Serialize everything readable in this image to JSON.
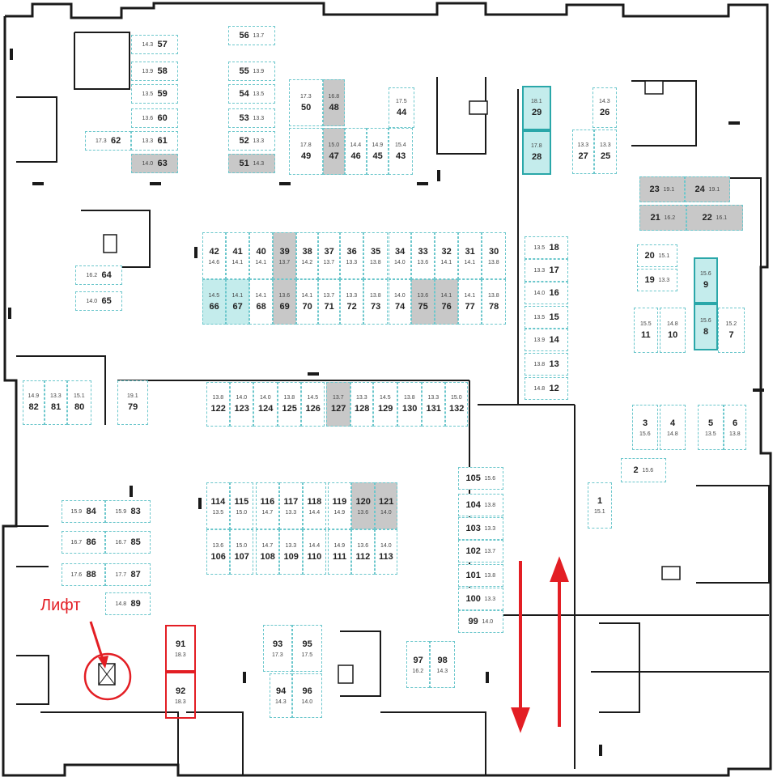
{
  "map": {
    "lift_label": "Лифт",
    "colors": {
      "wall": "#1a1a1a",
      "spot_border": "#6cc7cc",
      "available": "#c4ecec",
      "sold": "#c8c8c8",
      "selected_border": "#2aa7a9",
      "marker": "#e31e24"
    },
    "legend_icons": [
      "lift-icon",
      "arrow-down-icon",
      "arrow-up-icon",
      "circle-marker-icon"
    ]
  },
  "spots": [
    {
      "id": "57",
      "area": "14.3",
      "status": "free"
    },
    {
      "id": "58",
      "area": "13.9",
      "status": "free"
    },
    {
      "id": "59",
      "area": "13.5",
      "status": "free"
    },
    {
      "id": "60",
      "area": "13.6",
      "status": "free"
    },
    {
      "id": "61",
      "area": "13.3",
      "status": "free"
    },
    {
      "id": "62",
      "area": "17.3",
      "status": "free"
    },
    {
      "id": "63",
      "area": "14.0",
      "status": "sold"
    },
    {
      "id": "56",
      "area": "13.7",
      "status": "free"
    },
    {
      "id": "55",
      "area": "13.9",
      "status": "free"
    },
    {
      "id": "54",
      "area": "13.5",
      "status": "free"
    },
    {
      "id": "53",
      "area": "13.3",
      "status": "free"
    },
    {
      "id": "52",
      "area": "13.3",
      "status": "free"
    },
    {
      "id": "51",
      "area": "14.3",
      "status": "sold"
    },
    {
      "id": "50",
      "area": "17.3",
      "status": "free"
    },
    {
      "id": "48",
      "area": "16.8",
      "status": "sold"
    },
    {
      "id": "49",
      "area": "17.8",
      "status": "free"
    },
    {
      "id": "47",
      "area": "15.0",
      "status": "sold"
    },
    {
      "id": "46",
      "area": "14.4",
      "status": "free"
    },
    {
      "id": "45",
      "area": "14.9",
      "status": "free"
    },
    {
      "id": "43",
      "area": "15.4",
      "status": "free"
    },
    {
      "id": "44",
      "area": "17.5",
      "status": "free"
    },
    {
      "id": "29",
      "area": "18.1",
      "status": "selected"
    },
    {
      "id": "28",
      "area": "17.8",
      "status": "selected"
    },
    {
      "id": "26",
      "area": "14.3",
      "status": "free"
    },
    {
      "id": "27",
      "area": "13.3",
      "status": "free"
    },
    {
      "id": "25",
      "area": "13.3",
      "status": "free"
    },
    {
      "id": "23",
      "area": "19.1",
      "status": "sold"
    },
    {
      "id": "24",
      "area": "19.1",
      "status": "sold"
    },
    {
      "id": "21",
      "area": "16.2",
      "status": "sold"
    },
    {
      "id": "22",
      "area": "16.1",
      "status": "sold"
    },
    {
      "id": "20",
      "area": "15.1",
      "status": "free"
    },
    {
      "id": "19",
      "area": "13.3",
      "status": "free"
    },
    {
      "id": "9",
      "area": "15.6",
      "status": "selected"
    },
    {
      "id": "8",
      "area": "15.6",
      "status": "selected"
    },
    {
      "id": "11",
      "area": "15.5",
      "status": "free"
    },
    {
      "id": "10",
      "area": "14.8",
      "status": "free"
    },
    {
      "id": "7",
      "area": "15.2",
      "status": "free"
    },
    {
      "id": "42",
      "area": "14.6",
      "status": "free"
    },
    {
      "id": "41",
      "area": "14.1",
      "status": "free"
    },
    {
      "id": "40",
      "area": "14.1",
      "status": "free"
    },
    {
      "id": "39",
      "area": "13.7",
      "status": "sold"
    },
    {
      "id": "38",
      "area": "14.2",
      "status": "free"
    },
    {
      "id": "37",
      "area": "13.7",
      "status": "free"
    },
    {
      "id": "36",
      "area": "13.3",
      "status": "free"
    },
    {
      "id": "35",
      "area": "13.8",
      "status": "free"
    },
    {
      "id": "34",
      "area": "14.0",
      "status": "free"
    },
    {
      "id": "33",
      "area": "13.6",
      "status": "free"
    },
    {
      "id": "32",
      "area": "14.1",
      "status": "free"
    },
    {
      "id": "31",
      "area": "14.1",
      "status": "free"
    },
    {
      "id": "30",
      "area": "13.8",
      "status": "free"
    },
    {
      "id": "66",
      "area": "14.5",
      "status": "available"
    },
    {
      "id": "67",
      "area": "14.1",
      "status": "available"
    },
    {
      "id": "68",
      "area": "14.1",
      "status": "free"
    },
    {
      "id": "69",
      "area": "13.6",
      "status": "sold"
    },
    {
      "id": "70",
      "area": "14.1",
      "status": "free"
    },
    {
      "id": "71",
      "area": "13.7",
      "status": "free"
    },
    {
      "id": "72",
      "area": "13.3",
      "status": "free"
    },
    {
      "id": "73",
      "area": "13.8",
      "status": "free"
    },
    {
      "id": "74",
      "area": "14.0",
      "status": "free"
    },
    {
      "id": "75",
      "area": "13.6",
      "status": "sold"
    },
    {
      "id": "76",
      "area": "14.1",
      "status": "sold"
    },
    {
      "id": "77",
      "area": "14.1",
      "status": "free"
    },
    {
      "id": "78",
      "area": "13.8",
      "status": "free"
    },
    {
      "id": "18",
      "area": "13.5",
      "status": "free"
    },
    {
      "id": "17",
      "area": "13.3",
      "status": "free"
    },
    {
      "id": "16",
      "area": "14.0",
      "status": "free"
    },
    {
      "id": "15",
      "area": "13.5",
      "status": "free"
    },
    {
      "id": "14",
      "area": "13.9",
      "status": "free"
    },
    {
      "id": "13",
      "area": "13.8",
      "status": "free"
    },
    {
      "id": "12",
      "area": "14.8",
      "status": "free"
    },
    {
      "id": "64",
      "area": "16.2",
      "status": "free"
    },
    {
      "id": "65",
      "area": "14.0",
      "status": "free"
    },
    {
      "id": "82",
      "area": "14.9",
      "status": "free"
    },
    {
      "id": "81",
      "area": "13.3",
      "status": "free"
    },
    {
      "id": "80",
      "area": "15.1",
      "status": "free"
    },
    {
      "id": "79",
      "area": "19.1",
      "status": "free"
    },
    {
      "id": "122",
      "area": "13.8",
      "status": "free"
    },
    {
      "id": "123",
      "area": "14.0",
      "status": "free"
    },
    {
      "id": "124",
      "area": "14.0",
      "status": "free"
    },
    {
      "id": "125",
      "area": "13.8",
      "status": "free"
    },
    {
      "id": "126",
      "area": "14.5",
      "status": "free"
    },
    {
      "id": "127",
      "area": "13.7",
      "status": "sold"
    },
    {
      "id": "128",
      "area": "13.3",
      "status": "free"
    },
    {
      "id": "129",
      "area": "14.5",
      "status": "free"
    },
    {
      "id": "130",
      "area": "13.8",
      "status": "free"
    },
    {
      "id": "131",
      "area": "13.3",
      "status": "free"
    },
    {
      "id": "132",
      "area": "15.0",
      "status": "free"
    },
    {
      "id": "3",
      "area": "15.6",
      "status": "free"
    },
    {
      "id": "4",
      "area": "14.8",
      "status": "free"
    },
    {
      "id": "5",
      "area": "13.5",
      "status": "free"
    },
    {
      "id": "6",
      "area": "13.8",
      "status": "free"
    },
    {
      "id": "2",
      "area": "15.6",
      "status": "free"
    },
    {
      "id": "1",
      "area": "15.1",
      "status": "free"
    },
    {
      "id": "114",
      "area": "13.5",
      "status": "free"
    },
    {
      "id": "115",
      "area": "15.0",
      "status": "free"
    },
    {
      "id": "116",
      "area": "14.7",
      "status": "free"
    },
    {
      "id": "117",
      "area": "13.3",
      "status": "free"
    },
    {
      "id": "118",
      "area": "14.4",
      "status": "free"
    },
    {
      "id": "119",
      "area": "14.9",
      "status": "free"
    },
    {
      "id": "120",
      "area": "13.6",
      "status": "sold"
    },
    {
      "id": "121",
      "area": "14.0",
      "status": "sold"
    },
    {
      "id": "106",
      "area": "13.6",
      "status": "free"
    },
    {
      "id": "107",
      "area": "15.0",
      "status": "free"
    },
    {
      "id": "108",
      "area": "14.7",
      "status": "free"
    },
    {
      "id": "109",
      "area": "13.3",
      "status": "free"
    },
    {
      "id": "110",
      "area": "14.4",
      "status": "free"
    },
    {
      "id": "111",
      "area": "14.9",
      "status": "free"
    },
    {
      "id": "112",
      "area": "13.6",
      "status": "free"
    },
    {
      "id": "113",
      "area": "14.0",
      "status": "free"
    },
    {
      "id": "105",
      "area": "15.6",
      "status": "free"
    },
    {
      "id": "104",
      "area": "13.8",
      "status": "free"
    },
    {
      "id": "103",
      "area": "13.3",
      "status": "free"
    },
    {
      "id": "102",
      "area": "13.7",
      "status": "free"
    },
    {
      "id": "101",
      "area": "13.8",
      "status": "free"
    },
    {
      "id": "100",
      "area": "13.3",
      "status": "free"
    },
    {
      "id": "99",
      "area": "14.0",
      "status": "free"
    },
    {
      "id": "84",
      "area": "15.9",
      "status": "free"
    },
    {
      "id": "83",
      "area": "15.9",
      "status": "free"
    },
    {
      "id": "86",
      "area": "16.7",
      "status": "free"
    },
    {
      "id": "85",
      "area": "16.7",
      "status": "free"
    },
    {
      "id": "88",
      "area": "17.6",
      "status": "free"
    },
    {
      "id": "87",
      "area": "17.7",
      "status": "free"
    },
    {
      "id": "89",
      "area": "14.8",
      "status": "free"
    },
    {
      "id": "91",
      "area": "18.3",
      "status": "marked"
    },
    {
      "id": "92",
      "area": "18.3",
      "status": "marked"
    },
    {
      "id": "93",
      "area": "17.3",
      "status": "free"
    },
    {
      "id": "95",
      "area": "17.5",
      "status": "free"
    },
    {
      "id": "94",
      "area": "14.3",
      "status": "free"
    },
    {
      "id": "96",
      "area": "14.0",
      "status": "free"
    },
    {
      "id": "97",
      "area": "16.2",
      "status": "free"
    },
    {
      "id": "98",
      "area": "14.3",
      "status": "free"
    }
  ]
}
